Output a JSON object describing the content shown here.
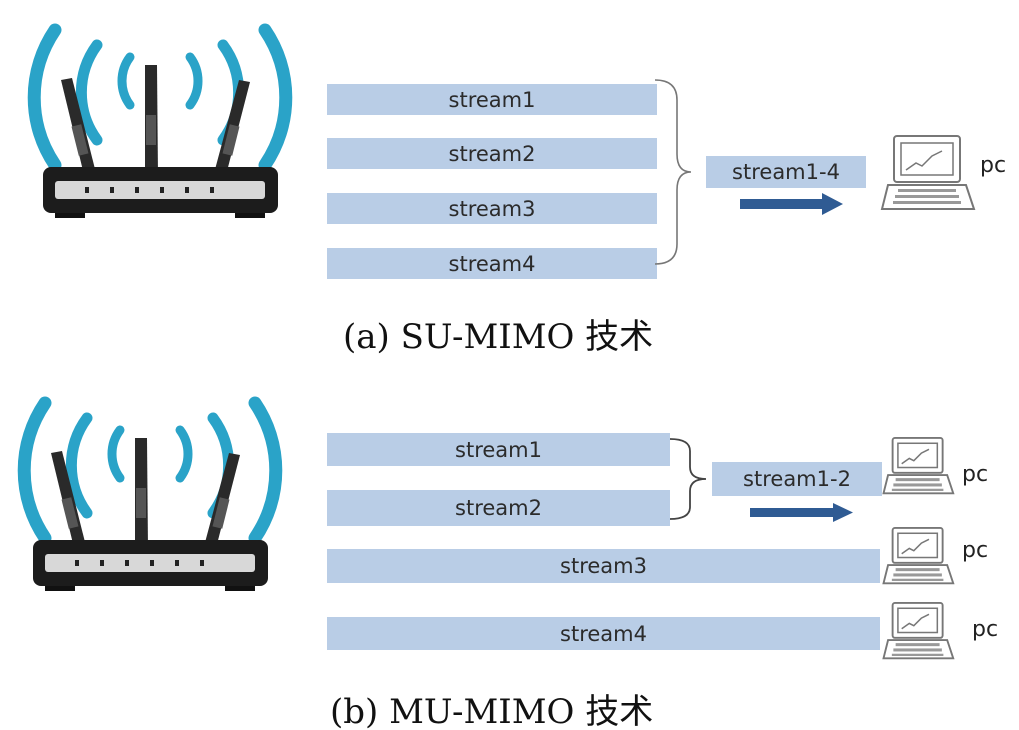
{
  "panel_a": {
    "streams": [
      "stream1",
      "stream2",
      "stream3",
      "stream4"
    ],
    "aggregate": "stream1-4",
    "pc_label": "pc",
    "caption": "(a) SU-MIMO 技术"
  },
  "panel_b": {
    "streams": [
      "stream1",
      "stream2",
      "stream3",
      "stream4"
    ],
    "aggregate": "stream1-2",
    "pc_labels": [
      "pc",
      "pc",
      "pc"
    ],
    "caption": "(b) MU-MIMO 技术"
  },
  "colors": {
    "stream_bar": "#b9cde6",
    "arrow": "#2f5b93",
    "wifi_wave": "#2aa3c8",
    "router_body": "#1c1c1c"
  }
}
